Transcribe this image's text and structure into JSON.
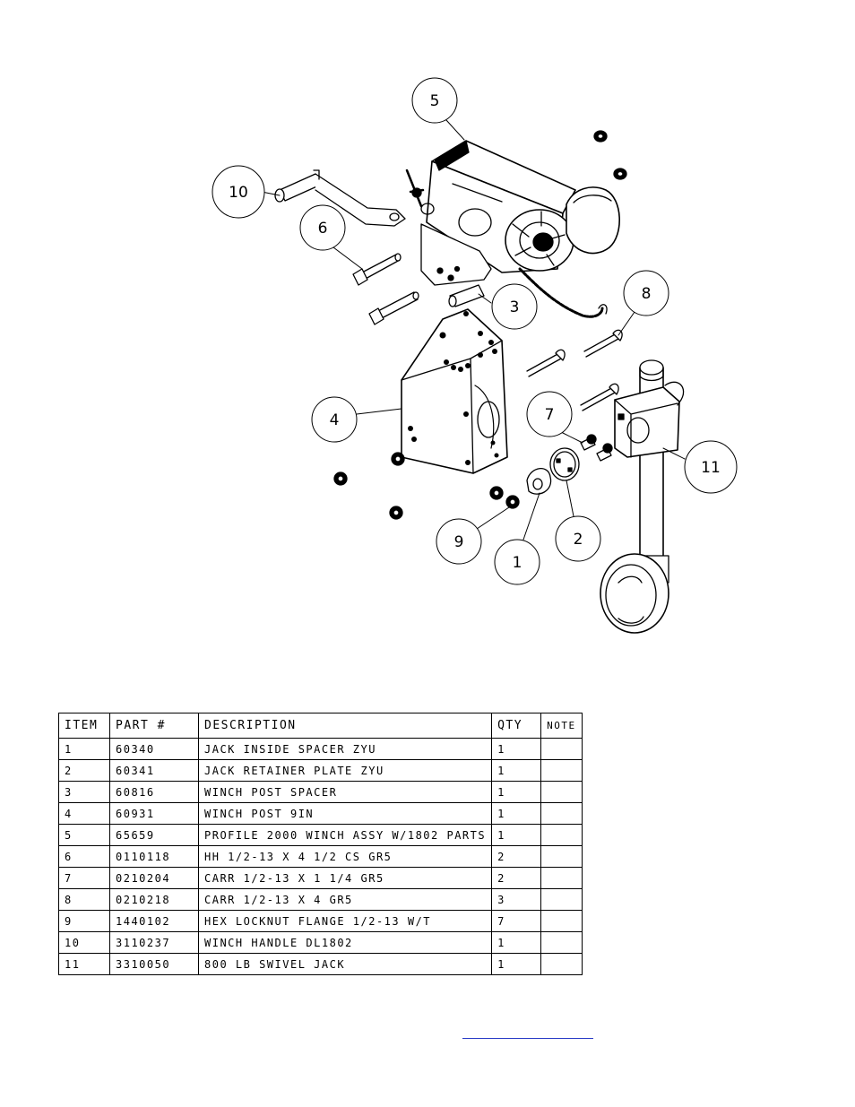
{
  "callouts": [
    "5",
    "10",
    "6",
    "3",
    "8",
    "4",
    "7",
    "11",
    "9",
    "1",
    "2"
  ],
  "bom": {
    "headers": [
      "ITEM",
      "PART #",
      "DESCRIPTION",
      "QTY",
      "NOTE"
    ],
    "rows": [
      [
        "1",
        "60340",
        "JACK INSIDE SPACER ZYU",
        "1",
        ""
      ],
      [
        "2",
        "60341",
        "JACK RETAINER PLATE ZYU",
        "1",
        ""
      ],
      [
        "3",
        "60816",
        "WINCH POST SPACER",
        "1",
        ""
      ],
      [
        "4",
        "60931",
        "WINCH POST 9IN",
        "1",
        ""
      ],
      [
        "5",
        "65659",
        "PROFILE 2000 WINCH ASSY W/1802 PARTS",
        "1",
        ""
      ],
      [
        "6",
        "0110118",
        "HH 1/2-13 X 4 1/2 CS GR5",
        "2",
        ""
      ],
      [
        "7",
        "0210204",
        "CARR 1/2-13 X 1 1/4 GR5",
        "2",
        ""
      ],
      [
        "8",
        "0210218",
        "CARR 1/2-13 X 4 GR5",
        "3",
        ""
      ],
      [
        "9",
        "1440102",
        "HEX LOCKNUT FLANGE 1/2-13 W/T",
        "7",
        ""
      ],
      [
        "10",
        "3110237",
        "WINCH HANDLE  DL1802",
        "1",
        ""
      ],
      [
        "11",
        "3310050",
        "800 LB SWIVEL JACK",
        "1",
        ""
      ]
    ]
  },
  "colors": {
    "line": "#000000",
    "link_underline": "#2a3cc6"
  }
}
